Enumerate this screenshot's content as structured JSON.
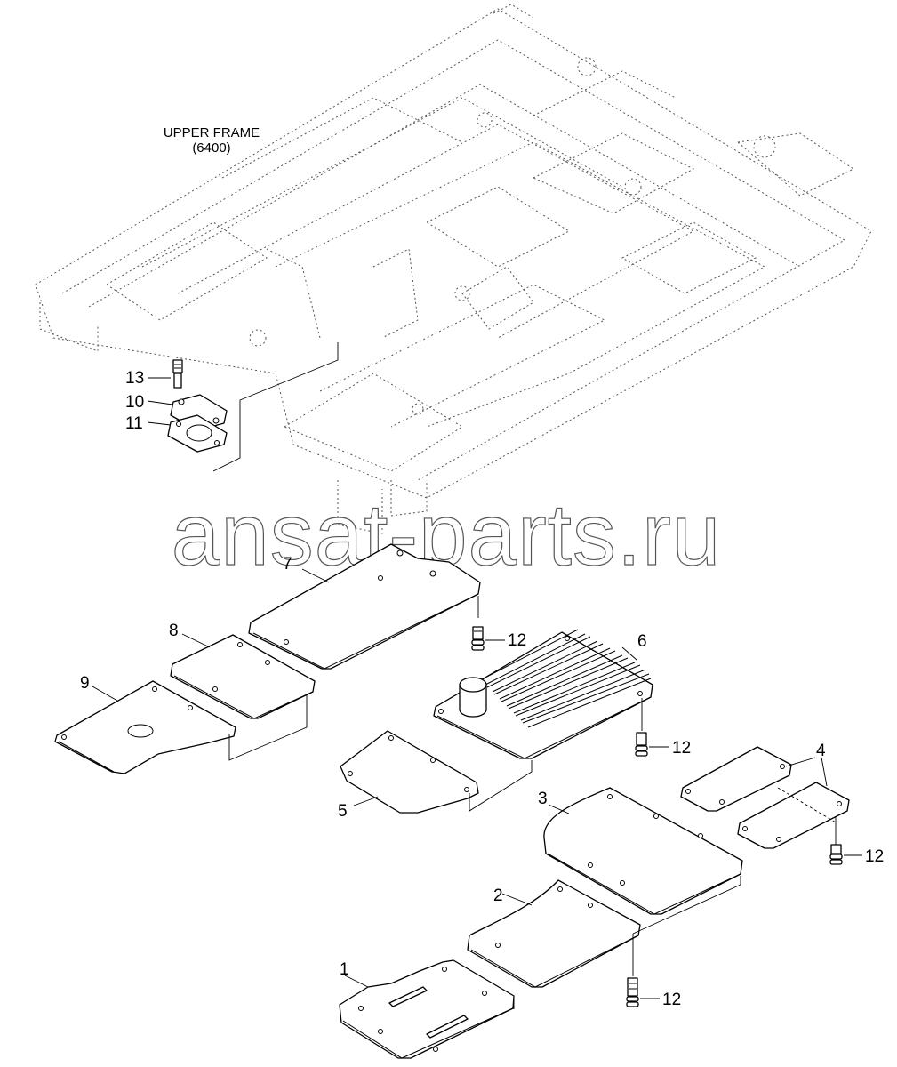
{
  "diagram": {
    "frame_label_line1": "UPPER FRAME",
    "frame_label_line2": "(6400)",
    "watermark": "ansat-parts.ru",
    "callouts": {
      "c1": "1",
      "c2": "2",
      "c3": "3",
      "c4": "4",
      "c5": "5",
      "c6": "6",
      "c7": "7",
      "c8": "8",
      "c9": "9",
      "c10": "10",
      "c11": "11",
      "c13": "13",
      "c12a": "12",
      "c12b": "12",
      "c12c": "12",
      "c12d": "12"
    }
  }
}
